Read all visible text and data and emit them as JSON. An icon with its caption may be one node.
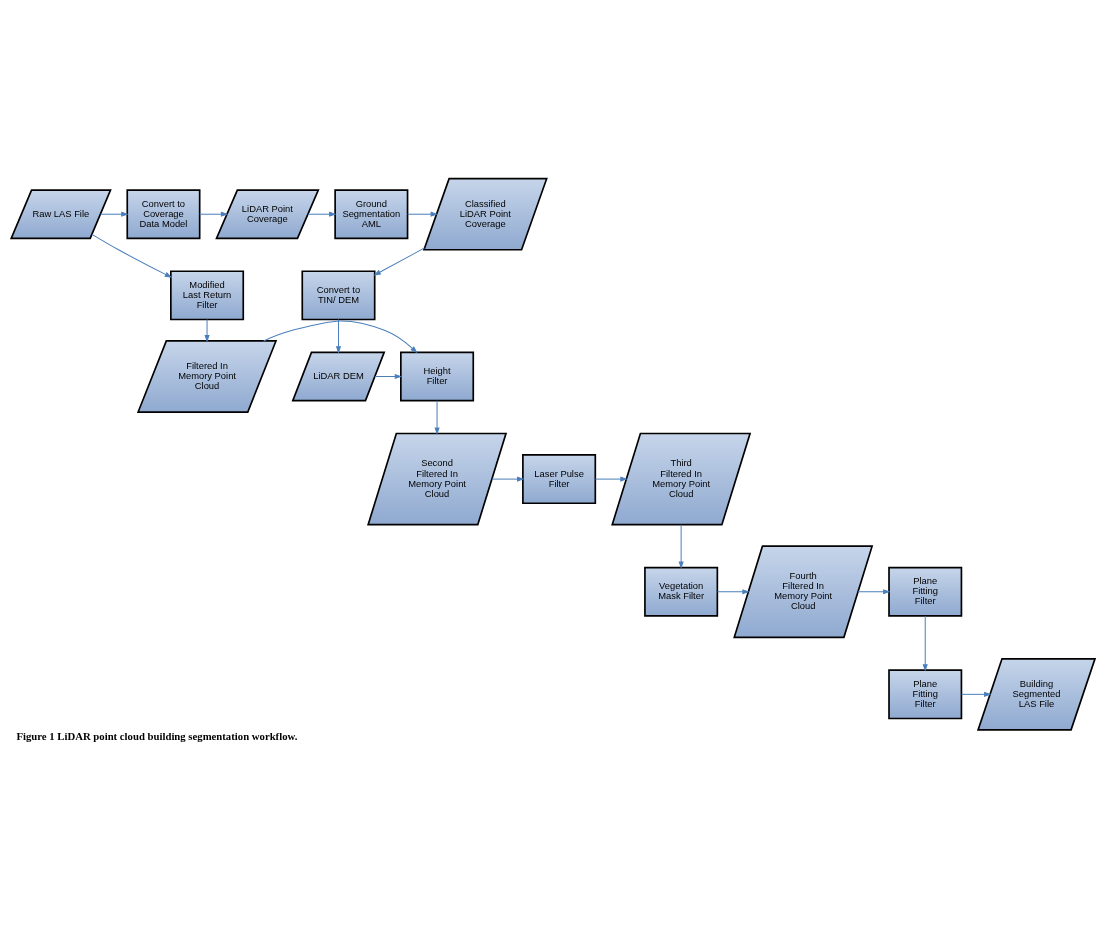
{
  "diagram": {
    "caption": "Figure 1 LiDAR point cloud building segmentation workflow.",
    "nodes": [
      {
        "text": [
          "Raw LAS File"
        ]
      },
      {
        "text": [
          "Convert to Coverage Data Model"
        ]
      },
      {
        "text": [
          "LiDAR Point Coverage"
        ]
      },
      {
        "text": [
          "Ground Segmentation AML"
        ]
      },
      {
        "text": [
          "Classified LiDAR Point Coverage"
        ]
      },
      {
        "text": [
          "Modified Last Return Filter"
        ]
      },
      {
        "text": [
          "Convert to TIN/ DEM"
        ]
      },
      {
        "text": [
          "Filtered In Memory Point Cloud"
        ]
      },
      {
        "text": [
          "Height Filter"
        ]
      },
      {
        "text": [
          "LiDAR DEM"
        ]
      },
      {
        "text": [
          "Second Filtered In Memory Point Cloud"
        ]
      },
      {
        "text": [
          "Laser Pulse Filter"
        ]
      },
      {
        "text": [
          "Third Filtered In Memory Point Cloud"
        ]
      },
      {
        "text": [
          "Vegetation Mask Filter"
        ]
      },
      {
        "text": [
          "Fourth Filtered In Memory Point Cloud"
        ]
      },
      {
        "text": [
          "Plane Fitting Filter"
        ]
      },
      {
        "text": [
          "Building Segmented LAS File"
        ]
      },
      {
        "text": [
          "Plane Fitting Filter"
        ]
      }
    ],
    "edges": [
      {
        "from": 0,
        "to": 1,
        "arrow": "to"
      },
      {
        "from": 1,
        "to": 2,
        "arrow": "to"
      },
      {
        "from": 2,
        "to": 3,
        "arrow": "to"
      },
      {
        "from": 3,
        "to": 4,
        "arrow": "to"
      },
      {
        "from": 0,
        "to": 5,
        "arrow": "to"
      },
      {
        "from": 4,
        "to": 6,
        "arrow": "to"
      },
      {
        "from": 5,
        "to": 7,
        "arrow": "to"
      },
      {
        "from": 6,
        "to": 9,
        "arrow": "to"
      },
      {
        "from": 7,
        "to": 8,
        "arrow": "to"
      },
      {
        "from": 9,
        "to": 8,
        "arrow": "to"
      },
      {
        "from": 8,
        "to": 10,
        "arrow": "to"
      },
      {
        "from": 10,
        "to": 11,
        "arrow": "to"
      },
      {
        "from": 11,
        "to": 12,
        "arrow": "to"
      },
      {
        "from": 12,
        "to": 13,
        "arrow": "to"
      },
      {
        "from": 13,
        "to": 14,
        "arrow": "to"
      },
      {
        "from": 14,
        "to": 15,
        "arrow": "to"
      },
      {
        "from": 15,
        "to": 17,
        "arrow": "to"
      },
      {
        "from": 17,
        "to": 16,
        "arrow": "to"
      }
    ]
  }
}
